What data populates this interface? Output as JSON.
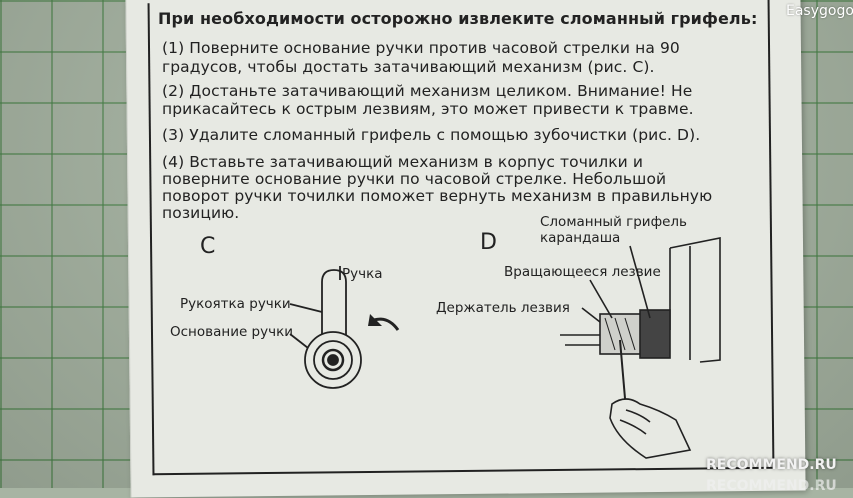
{
  "watermark": {
    "top": "Easygogo",
    "bottom": "RECOMMEND.RU",
    "bottom_faded": "RECOMMEND.RU"
  },
  "instructions": {
    "heading": "При необходимости осторожно извлеките сломанный грифель:",
    "steps": [
      "(1) Поверните основание ручки против часовой стрелки на 90",
      "градусов, чтобы достать  затачивающий механизм (рис. C).",
      "(2) Достаньте затачивающий механизм целиком. Внимание! Не",
      "прикасайтесь к острым лезвиям, это может привести к травме.",
      "(3) Удалите сломанный грифель с помощью зубочистки (рис. D).",
      "(4) Вставьте  затачивающий механизм в корпус точилки и",
      "поверните основание ручки по часовой стрелке. Небольшой",
      "поворот ручки точилки поможет вернуть механизм в правильную",
      "позицию."
    ]
  },
  "figure_c": {
    "label": "C",
    "callouts": [
      "Ручка",
      "Рукоятка ручки",
      "Основание ручки"
    ]
  },
  "figure_d": {
    "label": "D",
    "callouts": [
      "Сломанный грифель",
      "карандаша",
      "Вращающееся лезвие",
      "Держатель лезвия"
    ]
  }
}
